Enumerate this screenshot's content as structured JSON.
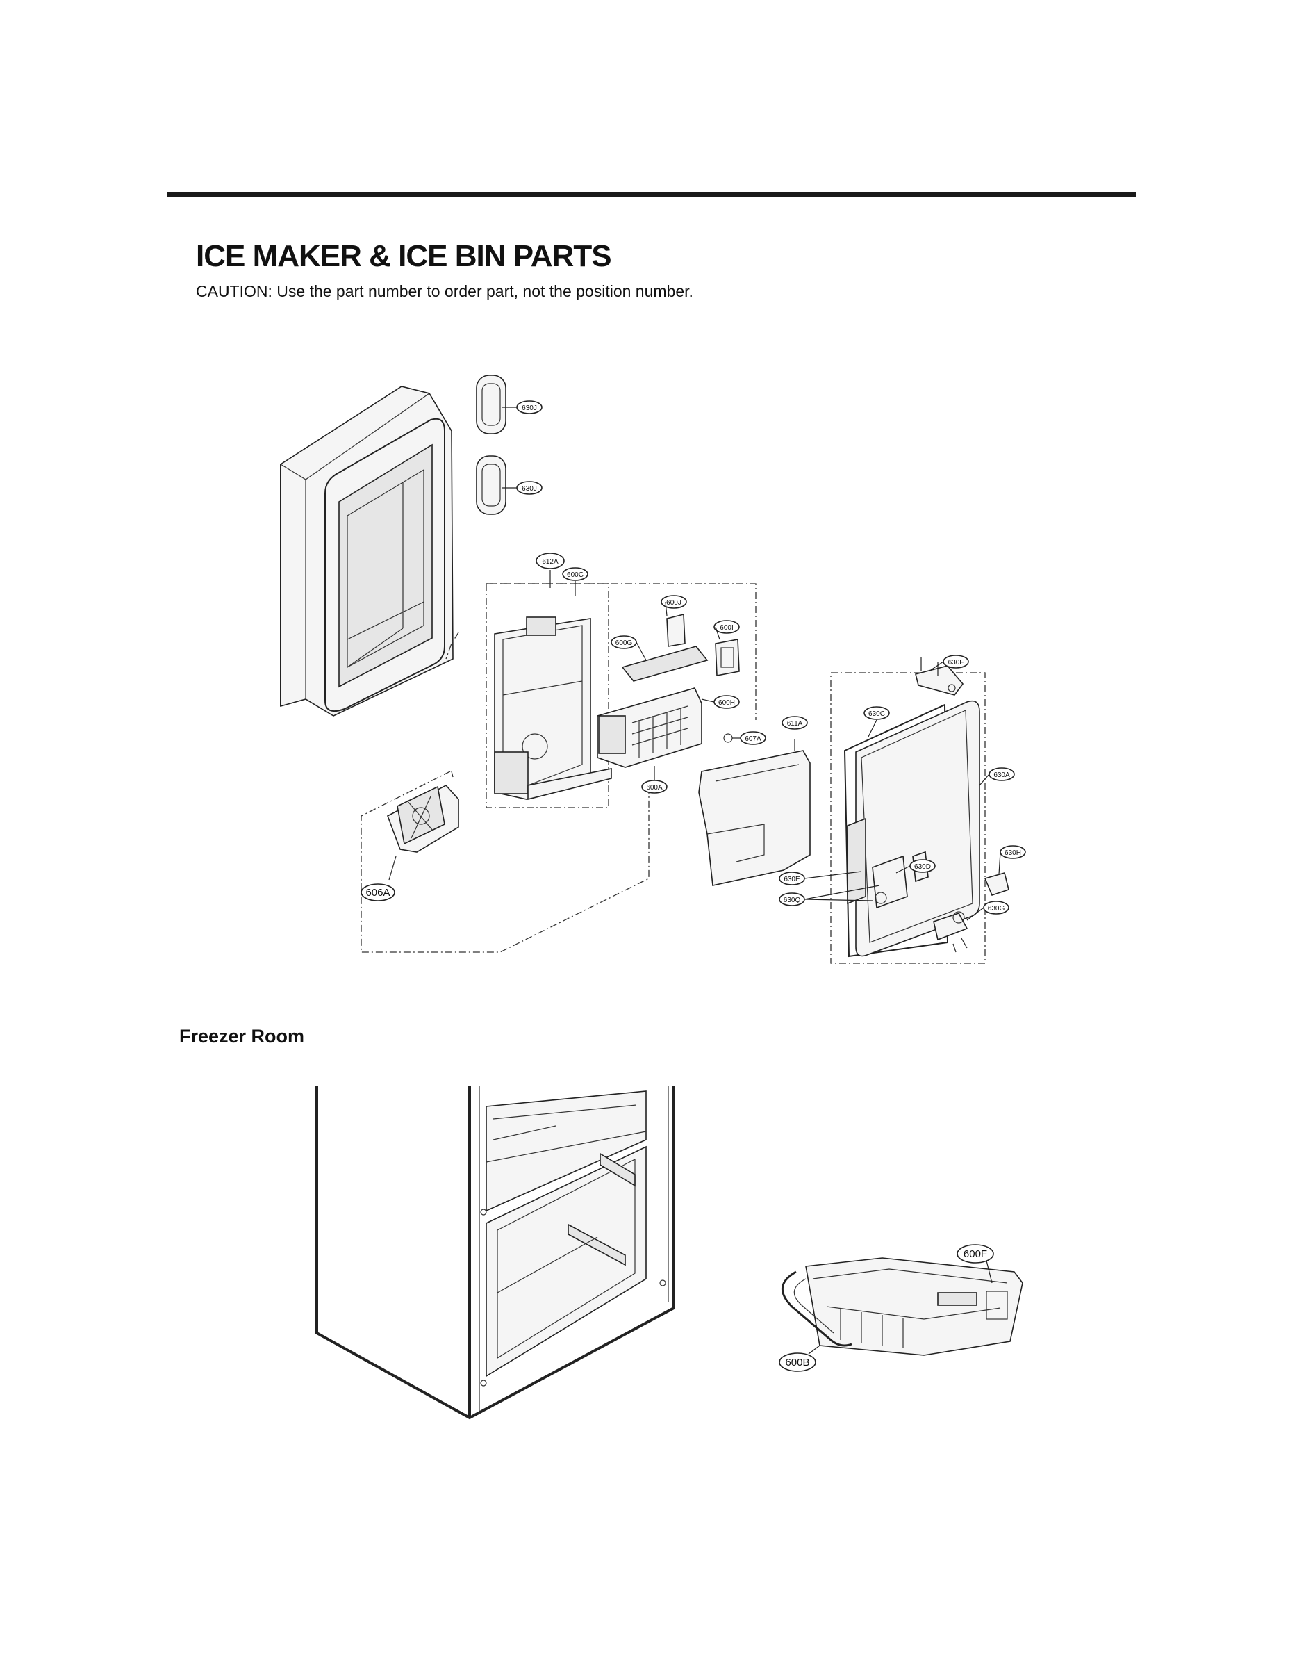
{
  "page": {
    "title": "ICE MAKER & ICE BIN PARTS",
    "caution": "CAUTION: Use the part number to order part, not the position number.",
    "section_label": "Freezer Room"
  },
  "upper_diagram": {
    "callouts": [
      "630J",
      "630J",
      "612A",
      "600C",
      "600J",
      "600I",
      "600G",
      "630F",
      "600H",
      "611A",
      "607A",
      "630C",
      "600A",
      "630A",
      "606A",
      "630H",
      "630D",
      "630E",
      "630Q",
      "630G"
    ]
  },
  "lower_diagram": {
    "callouts": [
      "600F",
      "600B"
    ]
  }
}
